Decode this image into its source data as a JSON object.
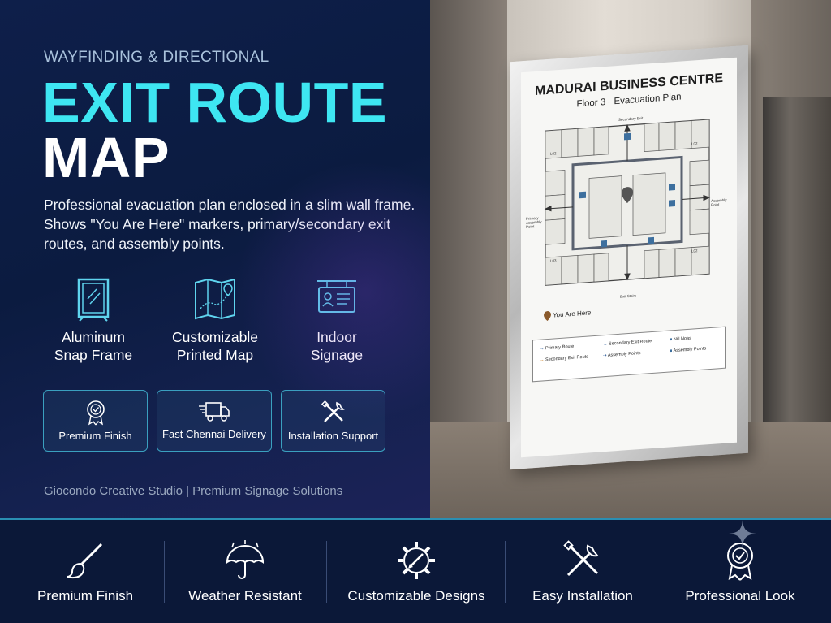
{
  "hero": {
    "eyebrow": "WAYFINDING & DIRECTIONAL",
    "title_line1": "EXIT ROUTE",
    "title_line2": "MAP",
    "description": "Professional evacuation plan enclosed in a slim wall frame. Shows \"You Are Here\" markers, primary/secondary exit routes, and assembly points."
  },
  "features": [
    {
      "line1": "Aluminum",
      "line2": "Snap Frame",
      "icon": "frame-icon"
    },
    {
      "line1": "Customizable",
      "line2": "Printed Map",
      "icon": "folded-map-icon"
    },
    {
      "line1": "Indoor",
      "line2": "Signage",
      "icon": "hanging-sign-icon"
    }
  ],
  "pills": [
    {
      "label": "Premium Finish",
      "icon": "award-icon"
    },
    {
      "label": "Fast Chennai Delivery",
      "icon": "truck-icon"
    },
    {
      "label": "Installation Support",
      "icon": "tools-icon"
    }
  ],
  "credit": "Giocondo Creative Studio | Premium Signage Solutions",
  "map": {
    "title": "MADURAI BUSINESS CENTRE",
    "subtitle": "Floor 3 - Evacuation Plan",
    "you_are_here": "You Are Here",
    "labels": {
      "top": "Secondary Exit",
      "left": "Primary Assembly Point",
      "right": "Assembly Point",
      "bottom": "Exit Stairs",
      "room_tl": "L02",
      "room_tr": "L02",
      "room_bl": "L03",
      "room_br": "L02"
    },
    "legend": {
      "primary": "Primary Route",
      "secondary_exit": "Secondary Exit Route",
      "secondary": "Secondary Exit Route",
      "assembly": "Assembly Points",
      "fire": "Nill Noas",
      "assembly2": "Assembly Points"
    }
  },
  "bottom_bar": [
    {
      "label": "Premium Finish",
      "icon": "paintbrush-icon"
    },
    {
      "label": "Weather Resistant",
      "icon": "umbrella-icon"
    },
    {
      "label": "Customizable Designs",
      "icon": "gear-pencil-icon"
    },
    {
      "label": "Easy Installation",
      "icon": "tools-icon"
    },
    {
      "label": "Professional Look",
      "icon": "award-icon"
    }
  ],
  "colors": {
    "accent_cyan": "#3ee6f2",
    "navy": "#0b1838",
    "pill_border": "#3aa0bf"
  }
}
